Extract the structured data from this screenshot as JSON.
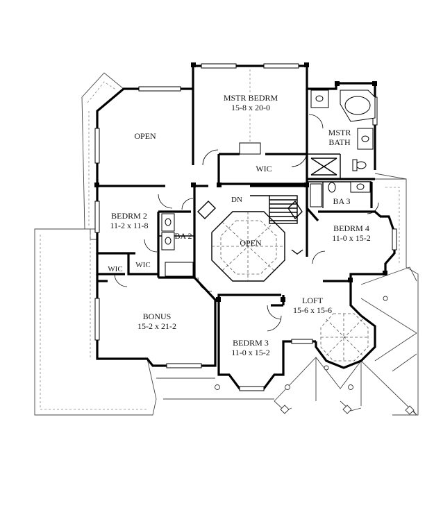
{
  "rooms": {
    "open_top": {
      "name": "OPEN"
    },
    "master_bedroom": {
      "name": "MSTR BEDRM",
      "size": "15-8 x 20-0"
    },
    "master_bath": {
      "name1": "MSTR",
      "name2": "BATH"
    },
    "wic_master": {
      "name": "WIC"
    },
    "bedroom2": {
      "name": "BEDRM 2",
      "size": "11-2 x 11-8"
    },
    "bath2": {
      "name": "BA 2"
    },
    "wic_a": {
      "name": "WIC"
    },
    "wic_b": {
      "name": "WIC"
    },
    "open_center": {
      "name": "OPEN"
    },
    "stair_dn": {
      "name": "DN"
    },
    "bath3": {
      "name": "BA 3"
    },
    "bedroom4": {
      "name": "BEDRM 4",
      "size": "11-0 x 15-2"
    },
    "loft": {
      "name": "LOFT",
      "size": "15-6 x 15-6"
    },
    "bonus": {
      "name": "BONUS",
      "size": "15-2 x 21-2"
    },
    "bedroom3": {
      "name": "BEDRM 3",
      "size": "11-0 x 15-2"
    }
  }
}
